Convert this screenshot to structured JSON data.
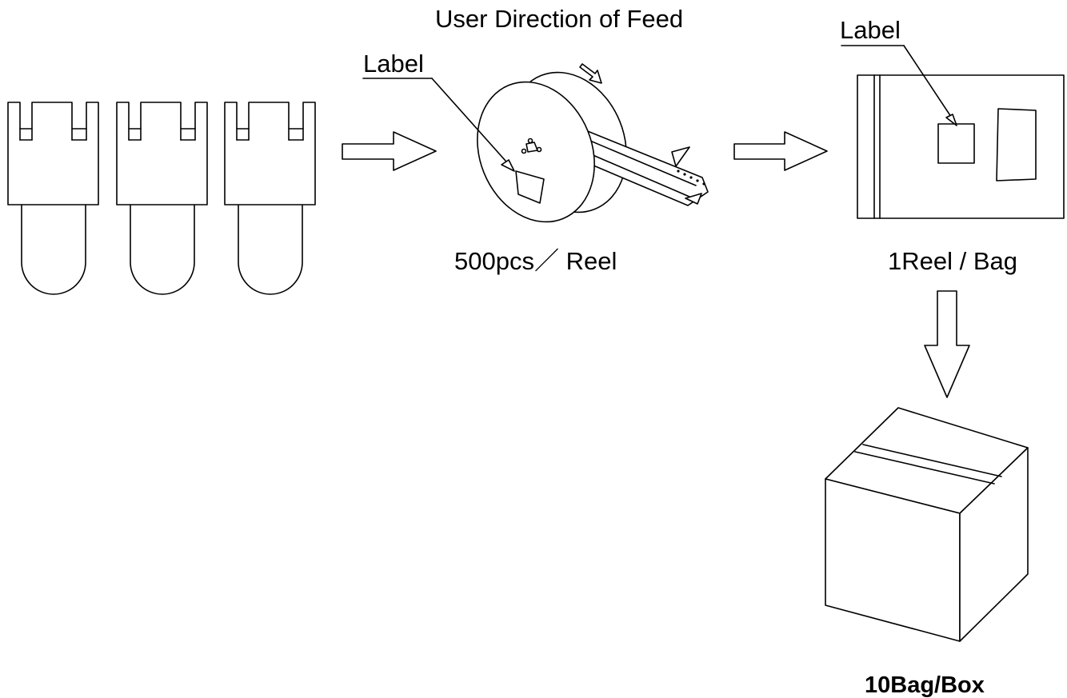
{
  "texts": {
    "feed_direction": "User Direction of Feed",
    "reel_label_callout": "Label",
    "reel_quantity": "500pcs／ Reel",
    "bag_label_callout": "Label",
    "bag_quantity": "1Reel / Bag",
    "box_quantity": "10Bag/Box"
  },
  "colors": {
    "line": "#000000",
    "background": "#ffffff"
  }
}
